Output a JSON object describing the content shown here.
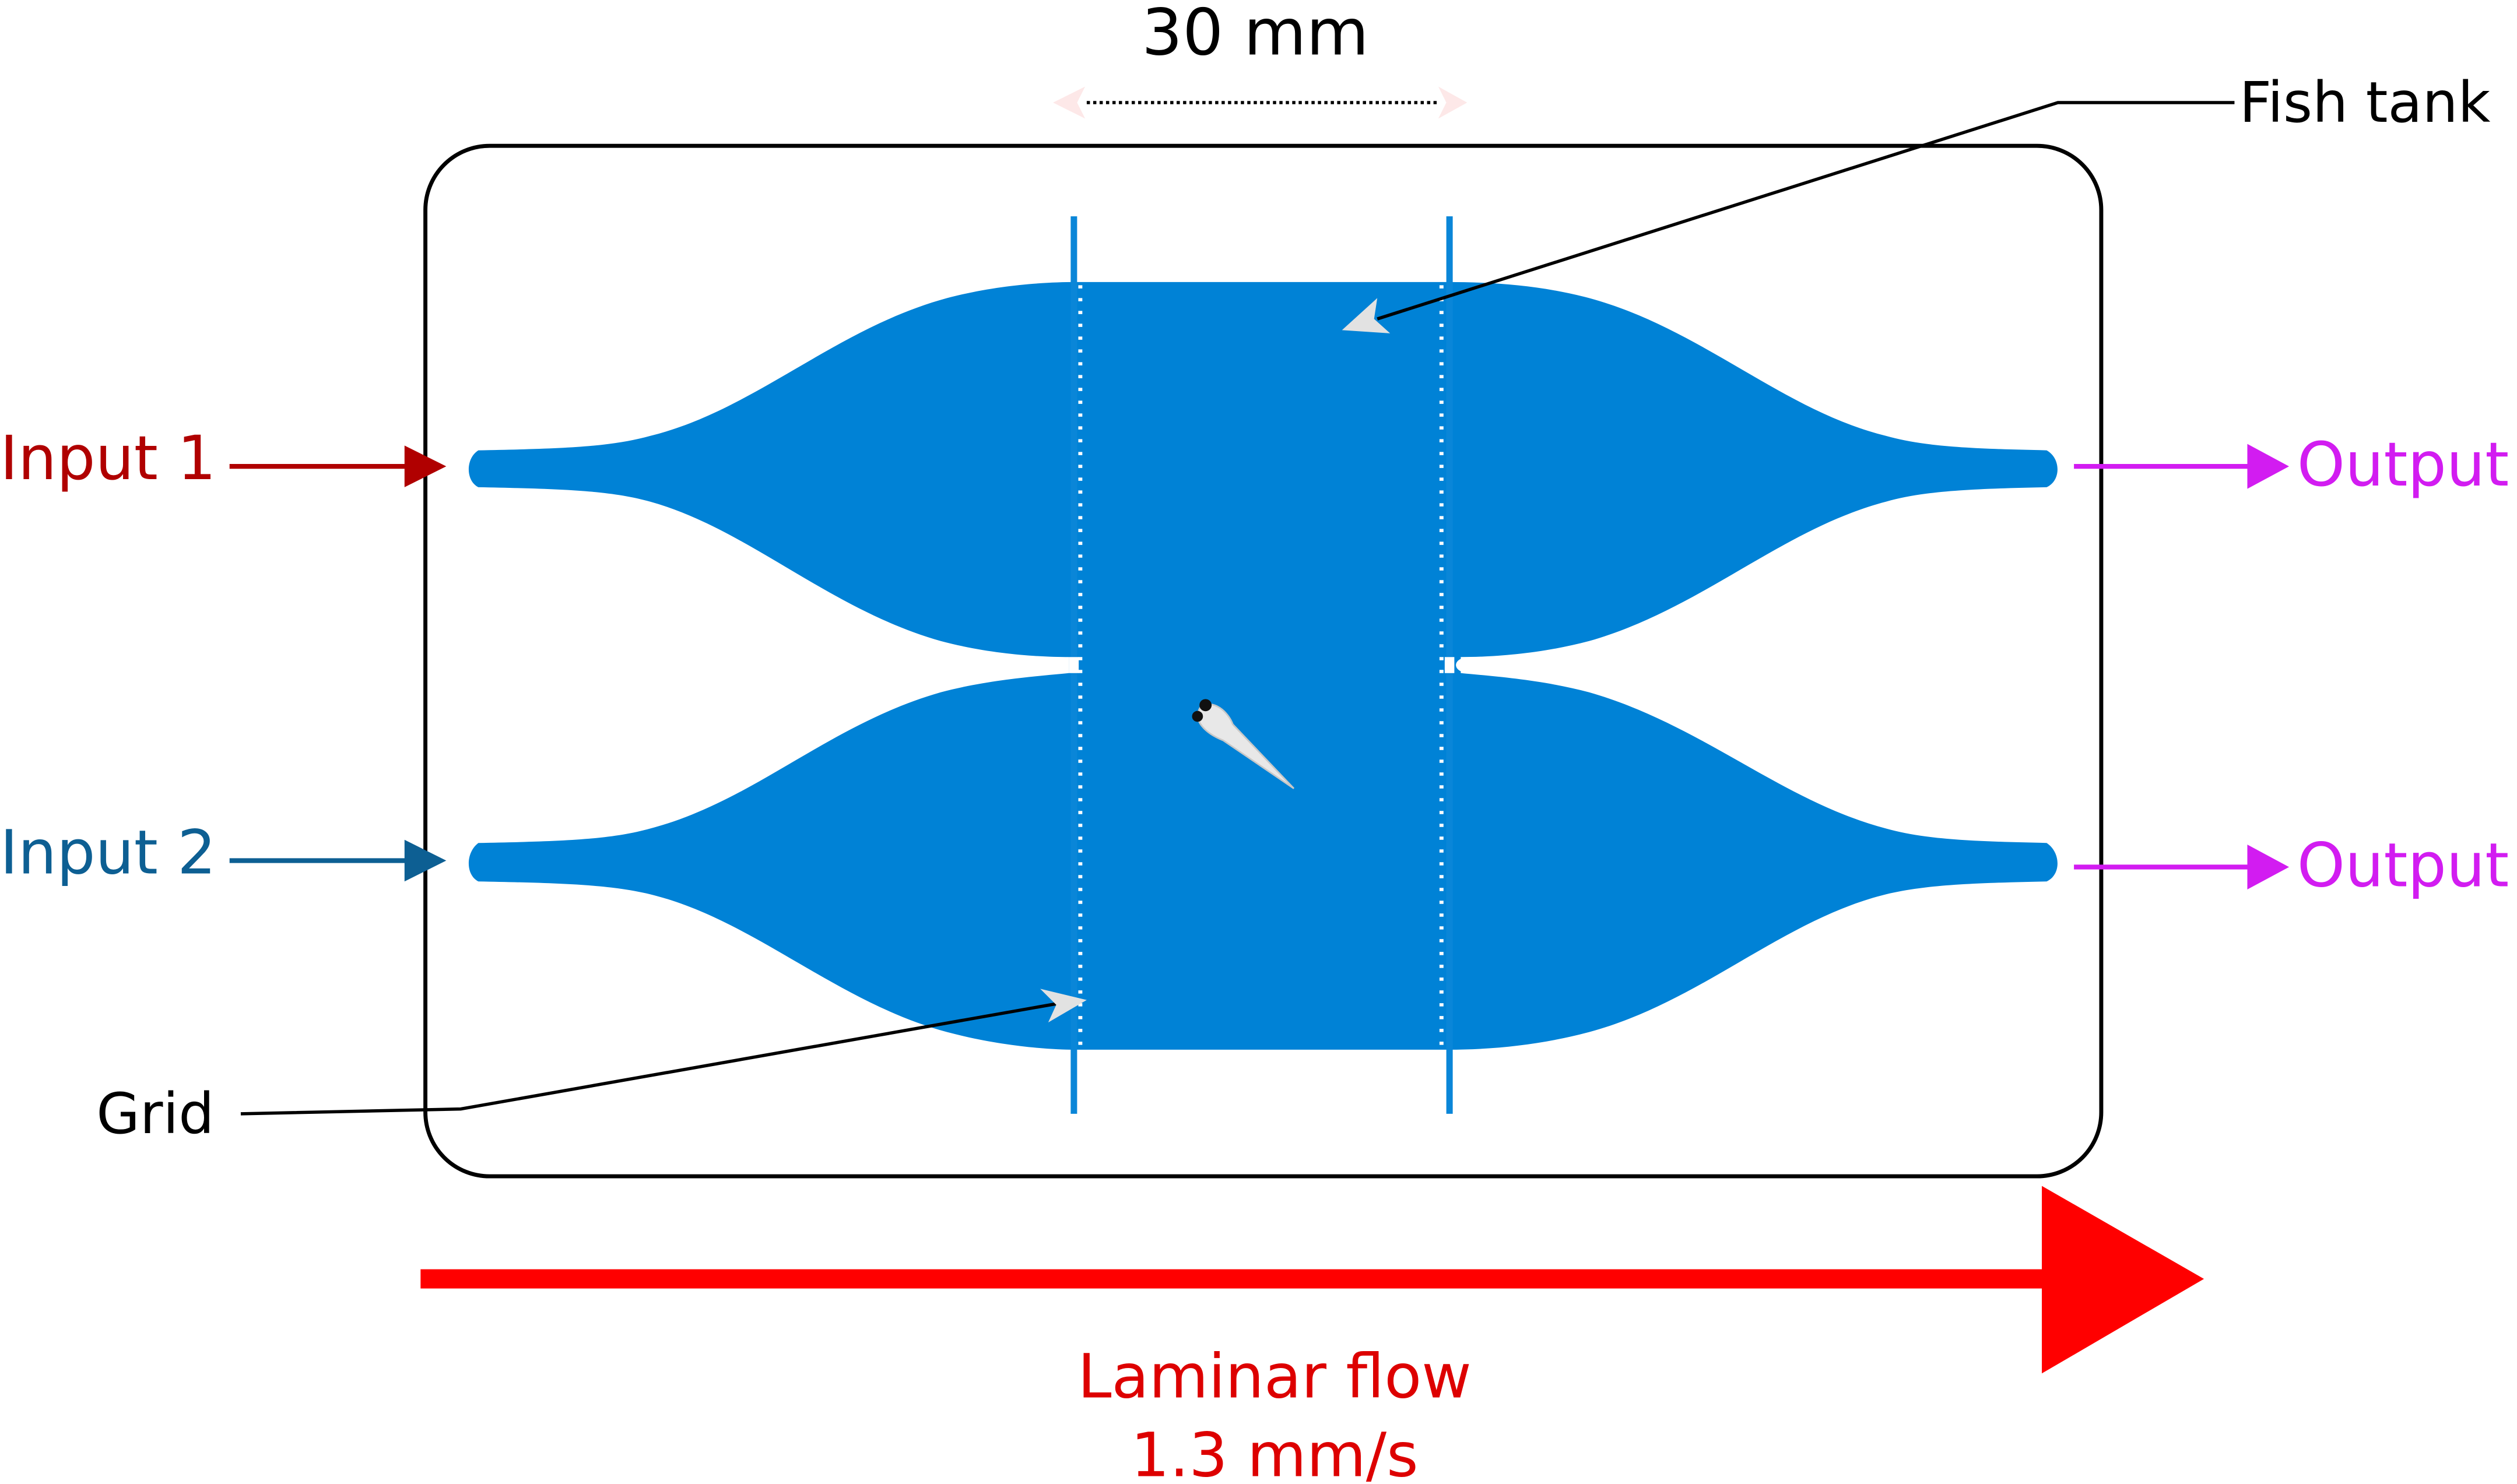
{
  "labels": {
    "dimension": "30 mm",
    "fish_tank": "Fish tank",
    "input_1": "Input 1",
    "input_2": "Input 2",
    "output_top": "Output",
    "output_bottom": "Output",
    "grid": "Grid",
    "flow_line1": "Laminar flow",
    "flow_line2": "1.3 mm/s"
  },
  "colors": {
    "channel": "#0082d6",
    "grid_bar": "#0a86d8",
    "input_1": "#b00000",
    "input_2": "#0d5f93",
    "output": "#d21cf1",
    "flow": "#ff0000",
    "flow_text": "#dd0000",
    "outline": "#000000",
    "pointer_head": "#e2e2e2"
  }
}
